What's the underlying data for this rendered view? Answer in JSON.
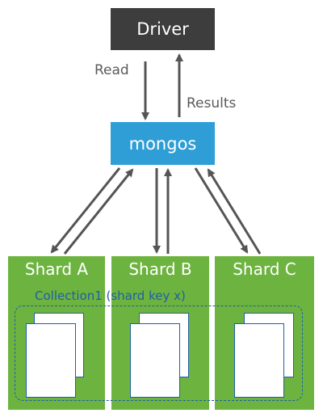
{
  "nodes": {
    "driver": "Driver",
    "mongos": "mongos",
    "shards": [
      "Shard A",
      "Shard B",
      "Shard C"
    ]
  },
  "edge_labels": {
    "read": "Read",
    "results": "Results"
  },
  "collection": {
    "label": "Collection1 (shard key x)"
  },
  "colors": {
    "driver": "#3d3d3d",
    "mongos": "#2f9ed6",
    "shard": "#6db33f",
    "collection": "#1f5fa8",
    "arrow": "#555555"
  }
}
